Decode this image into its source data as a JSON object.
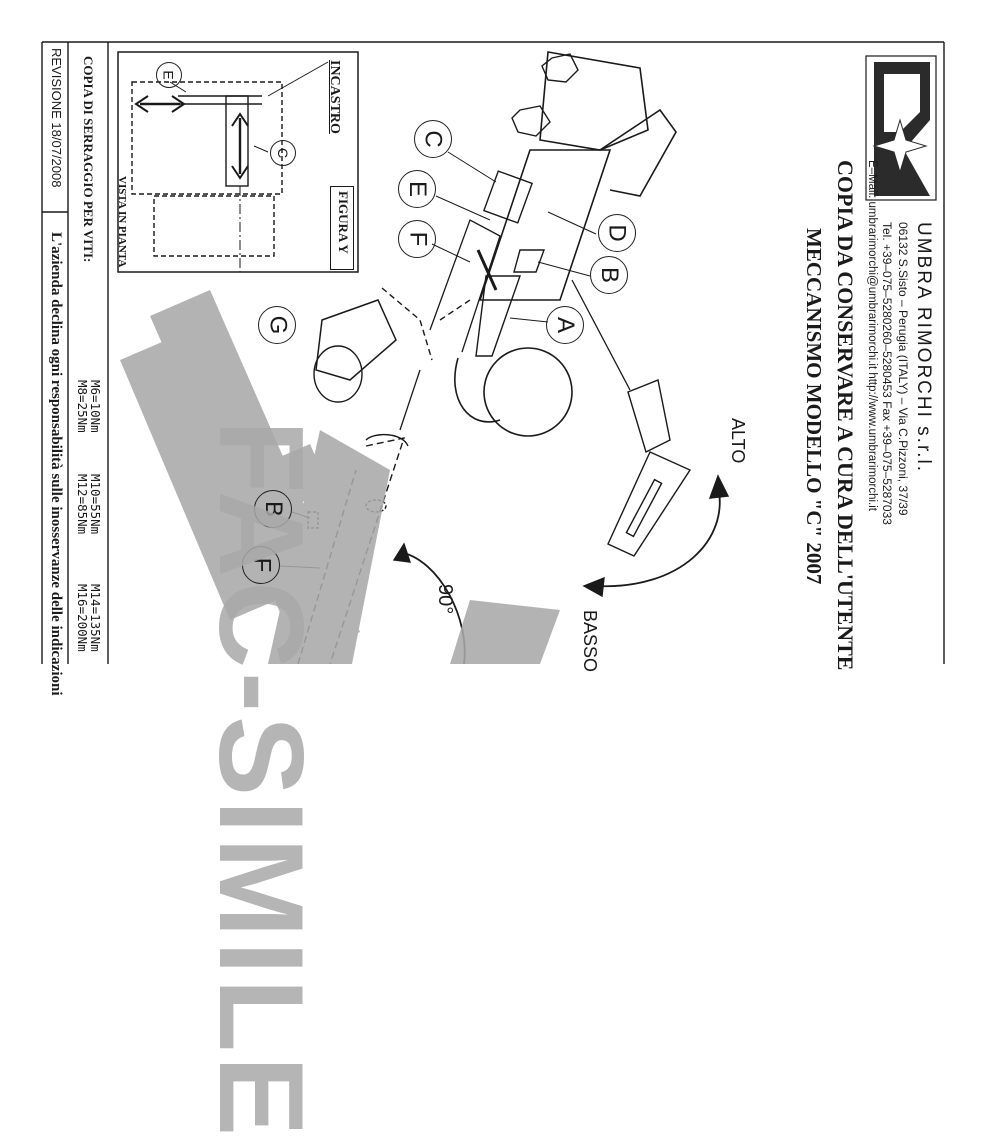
{
  "company": {
    "name": "UMBRA RIMORCHI s.r.l.",
    "address": "06132 S.Sisto – Perugia (ITALY) – Via C.Pizzoni, 37/39",
    "contacts": "Tel. +39–075–5280260–5280453 Fax +39–075–5287033",
    "web": "E–Mail: umbrarimorchi@umbrarimorchi.it  http://www.umbrarimorchi.it"
  },
  "header": {
    "title": "COPIA DA CONSERVARE A CURA DELL'UTENTE",
    "subtitle": "MECCANISMO MODELLO \"C\" 2007"
  },
  "left_panel": {
    "revision": "REVISIONE 18/07/2008",
    "torque_heading": "COPIA DI SERRAGGIO PER VITI:",
    "disclaimer": "L'azienda declina ogni responsabilità sulle inosservanze delle indicazioni",
    "torques": [
      {
        "line1": "M6=10Nm",
        "line2": "M8=25Nm"
      },
      {
        "line1": "M10=55Nm",
        "line2": "M12=85Nm"
      },
      {
        "line1": "M14=135Nm",
        "line2": "M16=200Nm"
      }
    ]
  },
  "inset": {
    "incastro": "INCASTRO",
    "figura": "FIGURA Y",
    "vista": "VISTA IN PIANTA",
    "label_e": "E",
    "label_c": "C"
  },
  "diagram": {
    "callouts": {
      "c": "C",
      "e": "E",
      "f": "F",
      "d": "D",
      "b": "B",
      "a": "A",
      "g": "G",
      "b2": "B",
      "f2": "F"
    },
    "alto": "ALTO",
    "basso": "BASSO",
    "angle": "90°"
  },
  "watermark": "FAC-SIMILE",
  "colors": {
    "ink": "#1a1a1a",
    "watermark": "#a9a9a9",
    "paper": "#ffffff"
  }
}
